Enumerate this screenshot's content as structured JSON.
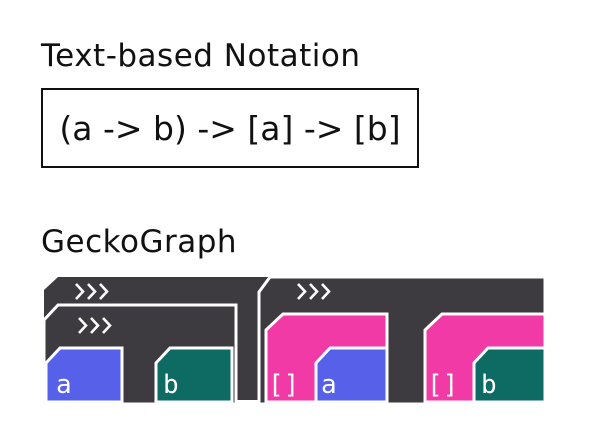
{
  "text_section": {
    "title": "Text-based Notation",
    "notation": "(a -> b) -> [a] -> [b]"
  },
  "gecko_section": {
    "title": "GeckoGraph",
    "labels": {
      "type_a": "a",
      "type_b": "b",
      "list_bracket_1": "[]",
      "list_a": "a",
      "list_bracket_2": "[]",
      "list_b": "b"
    }
  },
  "colors": {
    "function_block": "#3d3a40",
    "type_a": "#5660e8",
    "type_b": "#0d6b63",
    "list": "#f23aa7",
    "outline": "#ffffff",
    "text": "#111111"
  }
}
